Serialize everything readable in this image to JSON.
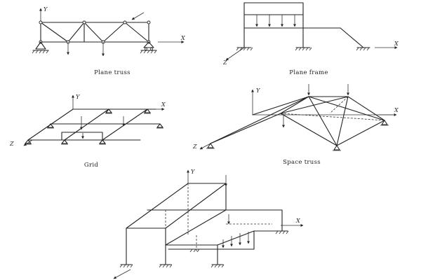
{
  "captions": {
    "plane_truss": "Plane truss",
    "plane_frame": "Plane frame",
    "grid": "Grid",
    "space_truss": "Space truss"
  },
  "axes": {
    "x": "X",
    "y": "Y",
    "z": "Z"
  }
}
